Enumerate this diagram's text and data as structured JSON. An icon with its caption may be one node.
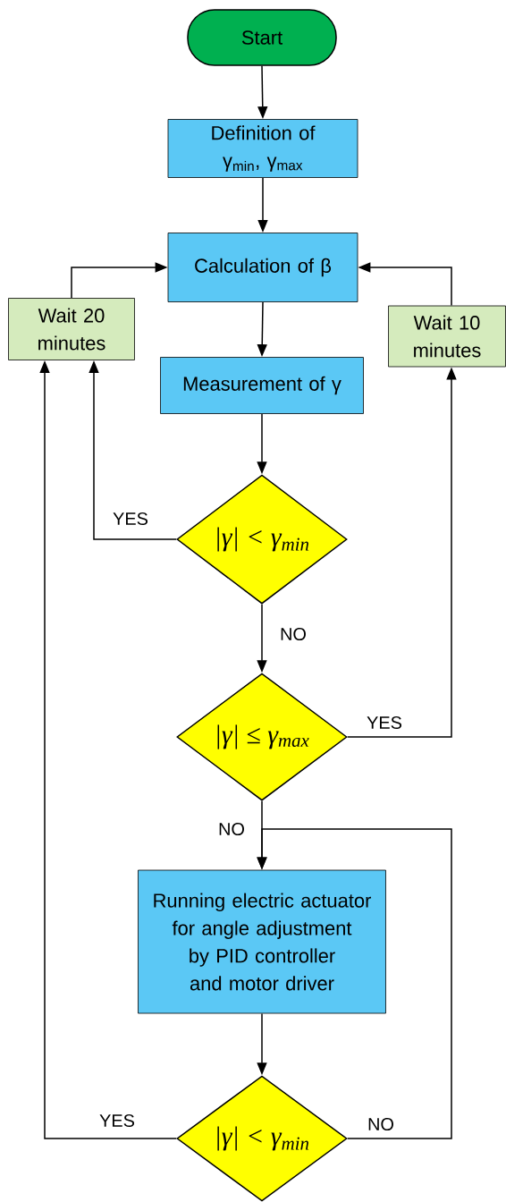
{
  "diagram": {
    "nodes": [
      {
        "text": [
          "Start"
        ]
      },
      {
        "text": [
          "Definition of γ$_{min}$, γ$_{max}$"
        ]
      },
      {
        "text": [
          "Calculation of β"
        ]
      },
      {
        "text": [
          "Wait 20 minutes"
        ]
      },
      {
        "text": [
          "Wait 10 minutes"
        ]
      },
      {
        "text": [
          "Measurement of γ"
        ]
      },
      {
        "text": [
          "|γ| < γ$_{min}$"
        ]
      },
      {
        "text": [
          "|γ| ≤ γ$_{max}$"
        ]
      },
      {
        "text": [
          "Running electric actuator for angle adjustment by PID controller and motor driver"
        ]
      },
      {
        "text": [
          "|γ| < γ$_{min}$"
        ]
      }
    ],
    "edges": [
      {
        "from": 0,
        "to": 1,
        "arrow": "to"
      },
      {
        "from": 1,
        "to": 2,
        "arrow": "to"
      },
      {
        "from": 2,
        "to": 5,
        "arrow": "to"
      },
      {
        "from": 5,
        "to": 6,
        "arrow": "to"
      },
      {
        "from": 6,
        "to": 3,
        "arrow": "to",
        "label": "YES"
      },
      {
        "from": 3,
        "to": 2,
        "arrow": "to"
      },
      {
        "from": 6,
        "to": 7,
        "arrow": "to",
        "label": "NO"
      },
      {
        "from": 7,
        "to": 4,
        "arrow": "to",
        "label": "YES"
      },
      {
        "from": 4,
        "to": 2,
        "arrow": "to"
      },
      {
        "from": 7,
        "to": 8,
        "arrow": "to",
        "label": "NO"
      },
      {
        "from": 8,
        "to": 9,
        "arrow": "to"
      },
      {
        "from": 9,
        "to": 3,
        "arrow": "to",
        "label": "YES"
      },
      {
        "from": 9,
        "to": 8,
        "arrow": "to",
        "label": "NO"
      }
    ]
  }
}
